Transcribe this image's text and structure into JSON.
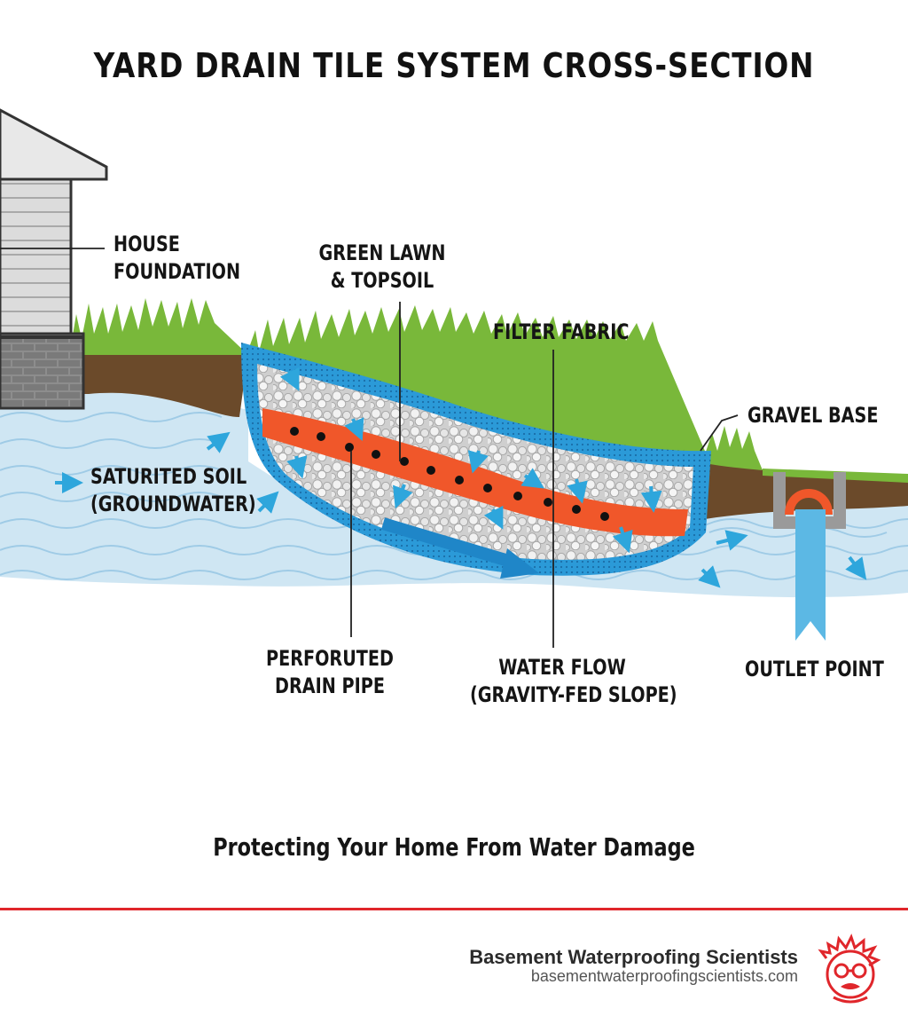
{
  "title": "YARD DRAIN TILE SYSTEM CROSS-SECTION",
  "labels": {
    "house_foundation": [
      "HOUSE",
      "FOUNDATION"
    ],
    "green_lawn": [
      "GREEN LAWN",
      "& TOPSOIL"
    ],
    "filter_fabric": "FILTER FABRIC",
    "gravel_base": "GRAVEL BASE",
    "saturated_soil": [
      "SATURITED SOIL",
      "(GROUNDWATER)"
    ],
    "perforated_pipe": [
      "PERFORUTED",
      "DRAIN PIPE"
    ],
    "water_flow": [
      "WATER FLOW",
      "(GRAVITY-FED SLOPE)"
    ],
    "outlet_point": "OUTLET POINT"
  },
  "subtitle": "Protecting Your Home From Water Damage",
  "brand": {
    "name": "Basement Waterproofing Scientists",
    "url": "basementwaterproofingscientists.com"
  },
  "colors": {
    "water": "#cfe6f3",
    "water_line": "#9fcbe6",
    "soil": "#6b4a2a",
    "grass": "#79b83a",
    "fabric": "#2b9ad8",
    "gravel": "#d9d9d9",
    "pipe": "#f0572a",
    "flow_arrow": "#1f86c8",
    "accent_red": "#e0262b"
  }
}
